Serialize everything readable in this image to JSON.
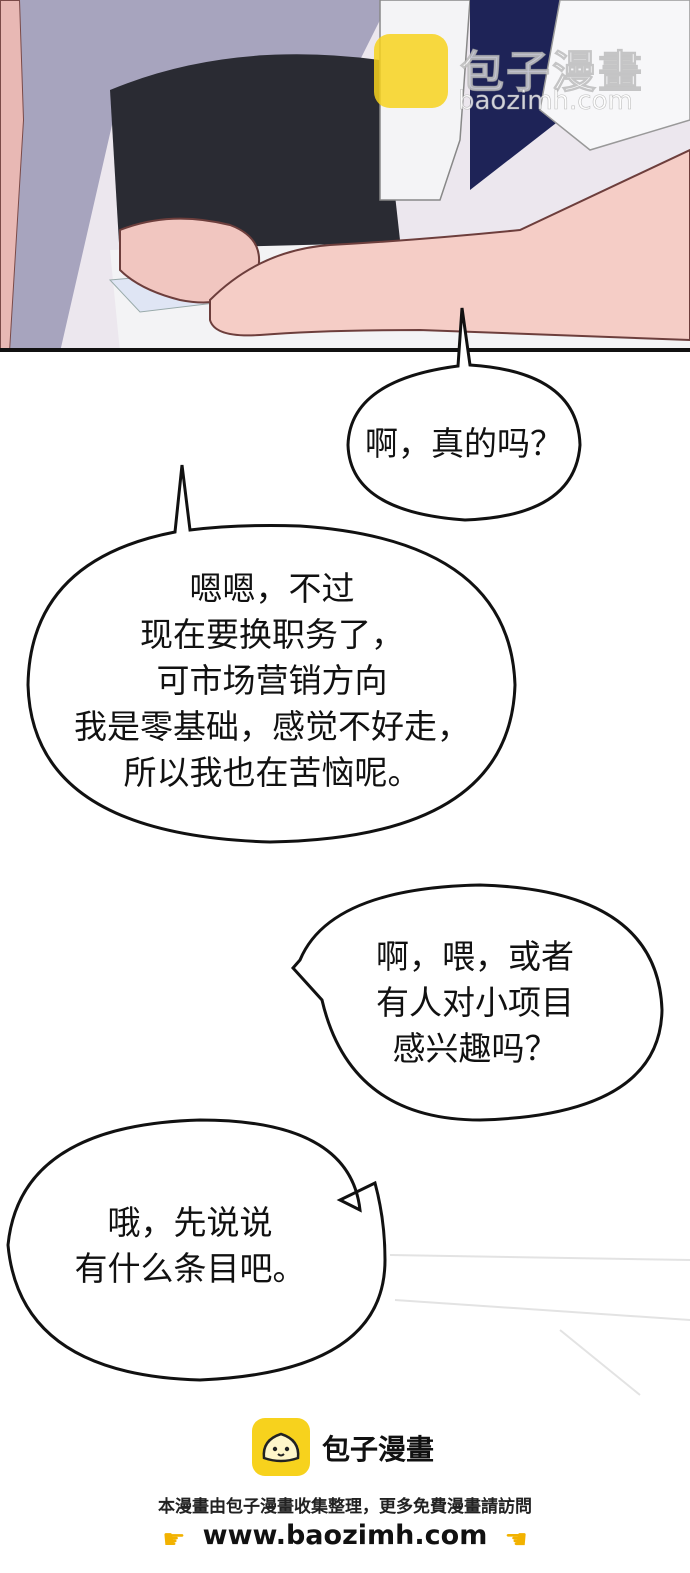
{
  "watermark": {
    "title": "包子漫畫",
    "url": "baozimh.com"
  },
  "bubbles": [
    {
      "lines": [
        "啊，真的吗？"
      ]
    },
    {
      "lines": [
        "嗯嗯，不过",
        "现在要换职务了，",
        "可市场营销方向",
        "我是零基础，感觉不好走，",
        "所以我也在苦恼呢。"
      ]
    },
    {
      "lines": [
        "啊，喂，或者",
        "有人对小项目",
        "感兴趣吗？"
      ]
    },
    {
      "lines": [
        "哦，先说说",
        "有什么条目吧。"
      ]
    }
  ],
  "footer": {
    "brand": "包子漫畫",
    "note": "本漫畫由包子漫畫收集整理，更多免費漫畫請訪問",
    "url": "www.baozimh.com",
    "left_icon": "pointing-hand-icon",
    "right_icon": "pointing-hand-icon"
  },
  "colors": {
    "logo_yellow": "#f7d21d",
    "panel_border": "#111111"
  }
}
